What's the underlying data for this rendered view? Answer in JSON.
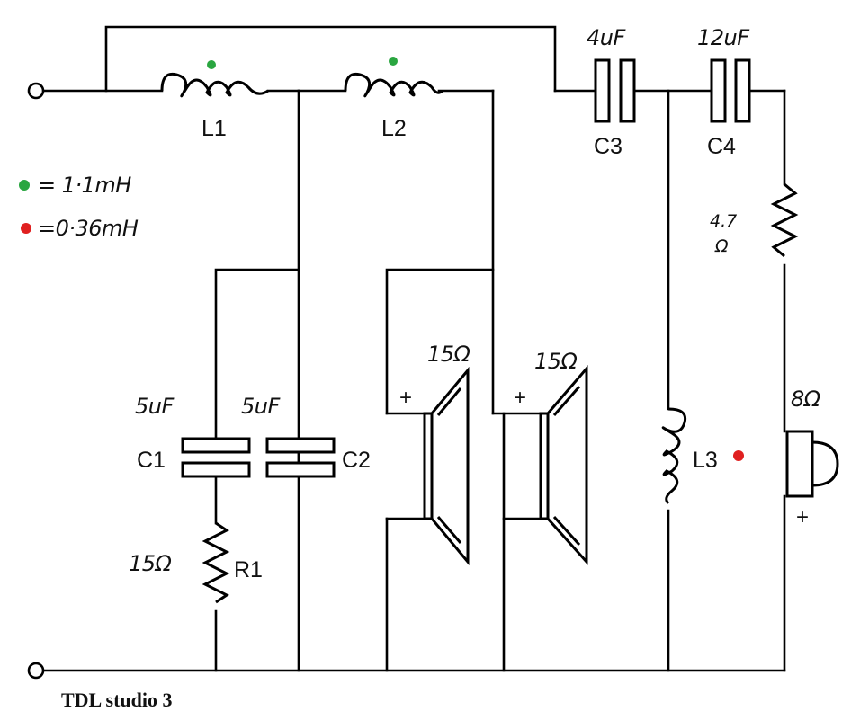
{
  "title": "TDL studio 3",
  "legend": [
    {
      "color": "#2aa640",
      "text": "= 1·1mH"
    },
    {
      "color": "#e02020",
      "text": "=0·36mH"
    }
  ],
  "components": {
    "L1": {
      "label": "L1"
    },
    "L2": {
      "label": "L2"
    },
    "L3": {
      "label": "L3"
    },
    "C1": {
      "label": "C1",
      "value": "5uF"
    },
    "C2": {
      "label": "C2",
      "value": "5uF"
    },
    "C3": {
      "label": "C3",
      "value": "4uF"
    },
    "C4": {
      "label": "C4",
      "value": "12uF"
    },
    "R1": {
      "label": "R1",
      "value": "15Ω"
    },
    "R2": {
      "value_line1": "4.7",
      "value_line2": "Ω"
    },
    "speaker1": {
      "value": "15Ω",
      "polarity": "+"
    },
    "speaker2": {
      "value": "15Ω",
      "polarity": "+"
    },
    "tweeter": {
      "value": "8Ω",
      "polarity": "+"
    }
  }
}
